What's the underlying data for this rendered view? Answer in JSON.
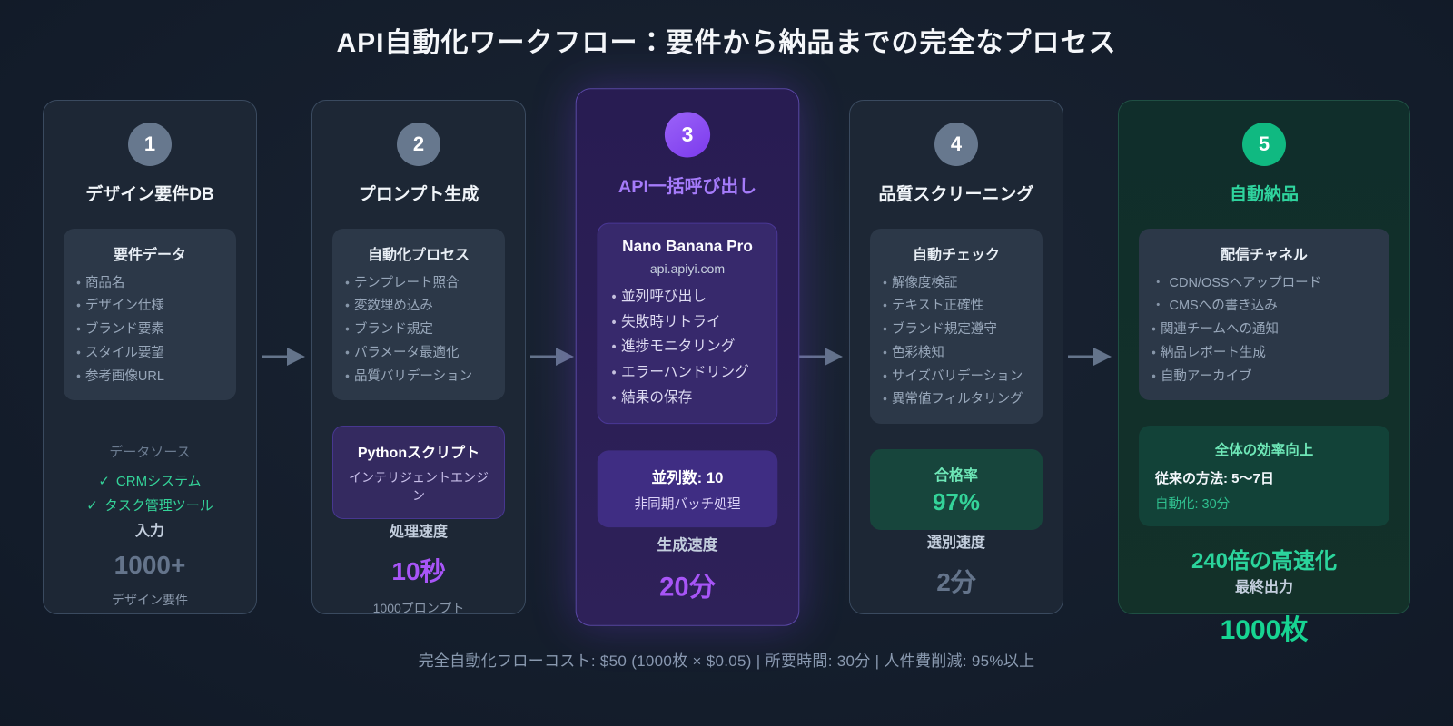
{
  "title": "API自動化ワークフロー：要件から納品までの完全なプロセス",
  "footer": "完全自動化フローコスト: $50 (1000枚 × $0.05) | 所要時間: 30分 | 人件費削減: 95%以上",
  "icons": {
    "bullet": "・",
    "check": "✓",
    "arrow": "right-arrow"
  },
  "colors": {
    "accent_purple": "#a855f7",
    "accent_green": "#34d399",
    "badge_gray": "#67788e",
    "badge_purple": "#8b5cf6",
    "badge_green": "#10b981",
    "arrow_slate": "#64748b"
  },
  "steps": [
    {
      "number": "1",
      "title": "デザイン要件DB",
      "box": {
        "title": "要件データ",
        "items": [
          "商品名",
          "デザイン仕様",
          "ブランド要素",
          "スタイル要望",
          "参考画像URL"
        ]
      },
      "source_label": "データソース",
      "sources": [
        "CRMシステム",
        "タスク管理ツール"
      ],
      "stat_label": "入力",
      "stat_value": "1000+",
      "stat_sub": "デザイン要件"
    },
    {
      "number": "2",
      "title": "プロンプト生成",
      "box": {
        "title": "自動化プロセス",
        "items": [
          "テンプレート照合",
          "変数埋め込み",
          "ブランド規定",
          "パラメータ最適化",
          "品質バリデーション"
        ]
      },
      "engine": {
        "title": "Pythonスクリプト",
        "subtitle": "インテリジェントエンジン"
      },
      "stat_label": "処理速度",
      "stat_value": "10秒",
      "stat_sub": "1000プロンプト"
    },
    {
      "number": "3",
      "title": "API一括呼び出し",
      "box": {
        "title": "Nano Banana Pro",
        "subtitle": "api.apiyi.com",
        "items": [
          "並列呼び出し",
          "失敗時リトライ",
          "進捗モニタリング",
          "エラーハンドリング",
          "結果の保存"
        ]
      },
      "batch": {
        "title": "並列数: 10",
        "subtitle": "非同期バッチ処理"
      },
      "stat_label": "生成速度",
      "stat_value": "20分"
    },
    {
      "number": "4",
      "title": "品質スクリーニング",
      "box": {
        "title": "自動チェック",
        "items": [
          "解像度検証",
          "テキスト正確性",
          "ブランド規定遵守",
          "色彩検知",
          "サイズバリデーション",
          "異常値フィルタリング"
        ]
      },
      "pass": {
        "label": "合格率",
        "value": "97%"
      },
      "stat_label": "選別速度",
      "stat_value": "2分"
    },
    {
      "number": "5",
      "title": "自動納品",
      "box": {
        "title": "配信チャネル",
        "items": [
          "CDN/OSSへアップロード",
          "CMSへの書き込み",
          "関連チームへの通知",
          "納品レポート生成",
          "自動アーカイブ"
        ]
      },
      "efficiency": {
        "title": "全体の効率向上",
        "line1": "従来の方法: 5～7日",
        "line2": "自動化: 30分"
      },
      "speedup": "240倍の高速化",
      "stat_label": "最終出力",
      "stat_value": "1000枚"
    }
  ]
}
